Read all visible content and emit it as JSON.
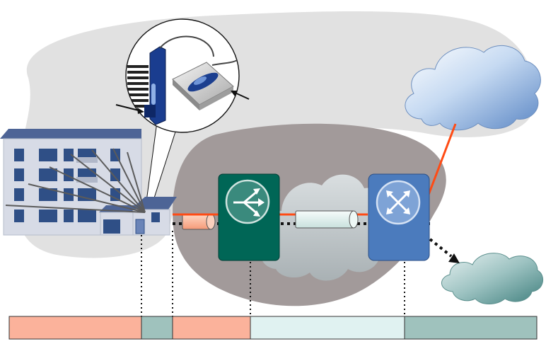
{
  "colors": {
    "background": "#ffffff",
    "access_area": "#e1e1e1",
    "core_area": "#a29a9a",
    "core_cloud": "#bcc2c4",
    "fiber_link": "#ff4b14",
    "copper_link": "#111111",
    "router_fill": "#006656",
    "switch_fill": "#4b7bbd",
    "building_wall": "#d7dbe6",
    "building_roof": "#4d6496",
    "window": "#2f4f86",
    "upper_cloud": "#8fb4e0",
    "lower_cloud": "#8fb6b4"
  },
  "icons": {
    "building": "apartment-building-icon",
    "modem": "dsl-modem-icon",
    "splitter": "wall-splitter-icon",
    "router": "router-icon",
    "switch": "atm-switch-icon",
    "upper_cloud": "internet-cloud-icon",
    "lower_cloud": "service-cloud-icon",
    "core_cloud": "core-cloud-icon",
    "copper_cable": "copper-cable-segment-icon",
    "fiber_cable": "fiber-cable-segment-icon"
  },
  "legend_bar": {
    "segments": [
      {
        "id": "customer-premises",
        "label": "",
        "color": "#fbb29b"
      },
      {
        "id": "local-loop",
        "label": "",
        "color": "#9fc2bd"
      },
      {
        "id": "access-line",
        "label": "",
        "color": "#fbb29b"
      },
      {
        "id": "core-transport",
        "label": "",
        "color": "#e0f2f1"
      },
      {
        "id": "service-network",
        "label": "",
        "color": "#9fc2bd"
      }
    ]
  }
}
